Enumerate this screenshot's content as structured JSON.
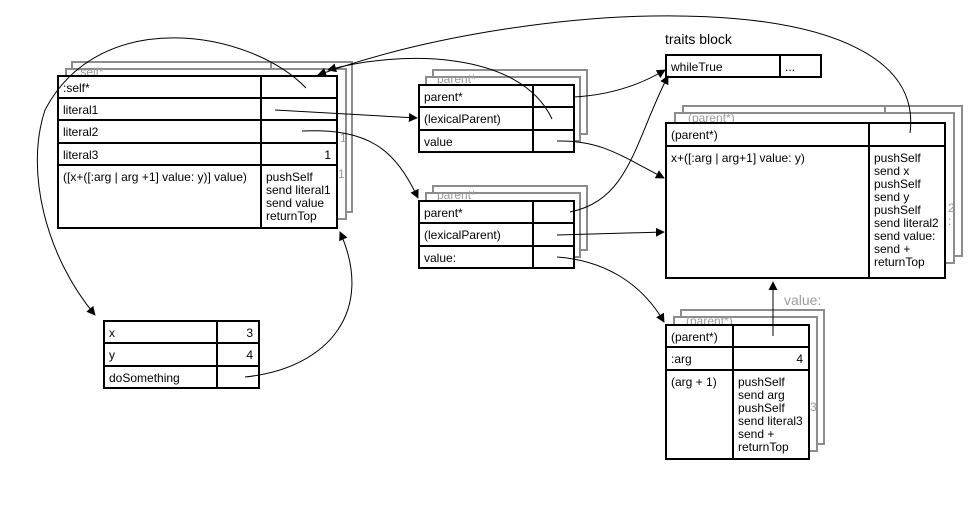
{
  "traits": {
    "title": "traits block",
    "slot": "whileTrue",
    "more": "..."
  },
  "method": {
    "ghost_label": ":self*",
    "ghost_digits": [
      "1",
      "1"
    ],
    "slots": [
      ":self*",
      "literal1",
      "literal2",
      "literal3"
    ],
    "literal3_value": "1",
    "source": "([x+([:arg | arg +1] value: y)] value)",
    "bytecodes": [
      "pushSelf",
      "send literal1",
      "send value",
      "returnTop"
    ]
  },
  "context": {
    "slots": [
      {
        "name": "x",
        "value": "3"
      },
      {
        "name": "y",
        "value": "4"
      },
      {
        "name": "doSomething",
        "value": ""
      }
    ]
  },
  "value_block": {
    "ghost_label": "parent*",
    "slots": [
      "parent*",
      "(lexicalParent)",
      "value"
    ]
  },
  "value_colon_block": {
    "ghost_label": "parent*",
    "slots": [
      "parent*",
      "(lexicalParent)",
      "value:"
    ]
  },
  "outer_method": {
    "ghost_label": "(parent*)",
    "ghost_digit": "2",
    "ghost_colon": ":",
    "parent_slot": "(parent*)",
    "source": "x+([:arg | arg+1] value: y)",
    "bytecodes": [
      "pushSelf",
      "send x",
      "pushSelf",
      "send y",
      "pushSelf",
      "send literal2",
      "send value:",
      "send +",
      "returnTop"
    ]
  },
  "value_label": "value:",
  "inner_method": {
    "ghost_label": "(parent*)",
    "ghost_digit": "3",
    "parent_slot": "(parent*)",
    "arg_slot": ":arg",
    "arg_value": "4",
    "source": "(arg + 1)",
    "bytecodes": [
      "pushSelf",
      "send arg",
      "pushSelf",
      "send literal3",
      "send +",
      "returnTop"
    ]
  }
}
